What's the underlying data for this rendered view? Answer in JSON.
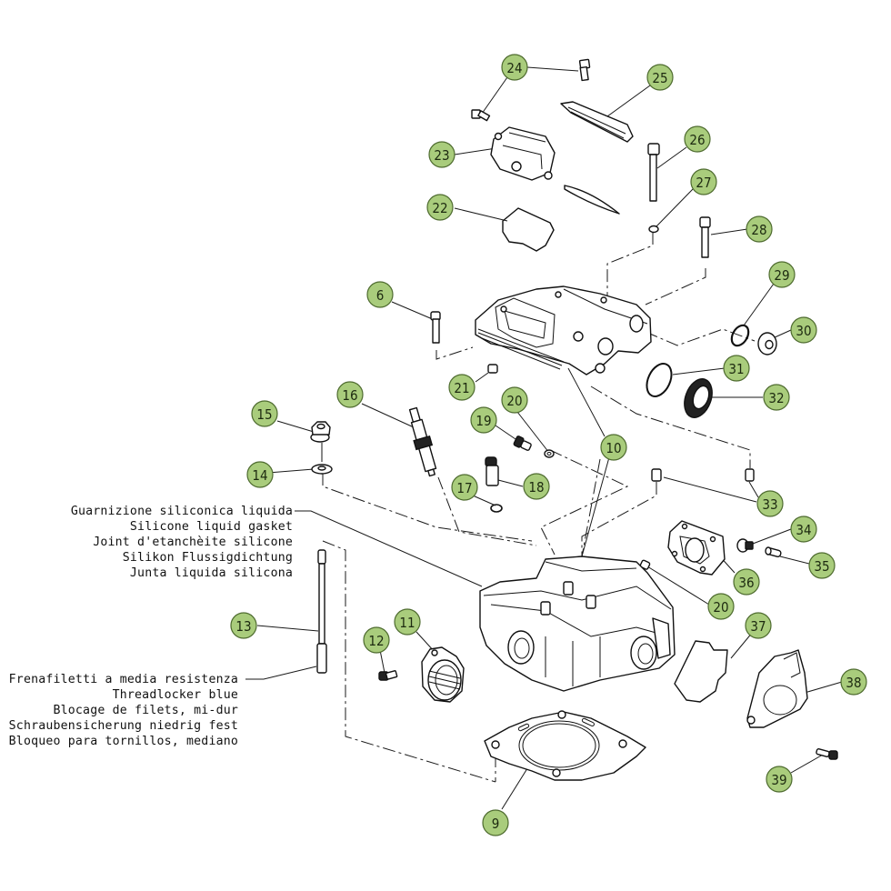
{
  "diagram": {
    "title": "Cylinder head exploded view",
    "callout_color": "#a9cc7c",
    "callouts": [
      {
        "id": "24",
        "label": "24"
      },
      {
        "id": "25",
        "label": "25"
      },
      {
        "id": "23",
        "label": "23"
      },
      {
        "id": "26",
        "label": "26"
      },
      {
        "id": "27",
        "label": "27"
      },
      {
        "id": "22",
        "label": "22"
      },
      {
        "id": "28",
        "label": "28"
      },
      {
        "id": "29",
        "label": "29"
      },
      {
        "id": "6",
        "label": "6"
      },
      {
        "id": "30",
        "label": "30"
      },
      {
        "id": "31",
        "label": "31"
      },
      {
        "id": "21",
        "label": "21"
      },
      {
        "id": "32",
        "label": "32"
      },
      {
        "id": "16",
        "label": "16"
      },
      {
        "id": "20a",
        "label": "20"
      },
      {
        "id": "15",
        "label": "15"
      },
      {
        "id": "19",
        "label": "19"
      },
      {
        "id": "10",
        "label": "10"
      },
      {
        "id": "14",
        "label": "14"
      },
      {
        "id": "17",
        "label": "17"
      },
      {
        "id": "18",
        "label": "18"
      },
      {
        "id": "33",
        "label": "33"
      },
      {
        "id": "34",
        "label": "34"
      },
      {
        "id": "35",
        "label": "35"
      },
      {
        "id": "36",
        "label": "36"
      },
      {
        "id": "20b",
        "label": "20"
      },
      {
        "id": "13",
        "label": "13"
      },
      {
        "id": "37",
        "label": "37"
      },
      {
        "id": "11",
        "label": "11"
      },
      {
        "id": "12",
        "label": "12"
      },
      {
        "id": "38",
        "label": "38"
      },
      {
        "id": "39",
        "label": "39"
      },
      {
        "id": "9",
        "label": "9"
      }
    ],
    "notes": {
      "sealant": [
        "Guarnizione siliconica liquida",
        "Silicone liquid gasket",
        "Joint d'etanchèite silicone",
        "Silikon Flussigdichtung",
        "Junta liquida silicona"
      ],
      "threadlocker": [
        "Frenafiletti a media resistenza",
        "Threadlocker blue",
        "Blocage de filets, mi-dur",
        "Schraubensicherung niedrig fest",
        "Bloqueo para tornillos, mediano"
      ]
    }
  }
}
